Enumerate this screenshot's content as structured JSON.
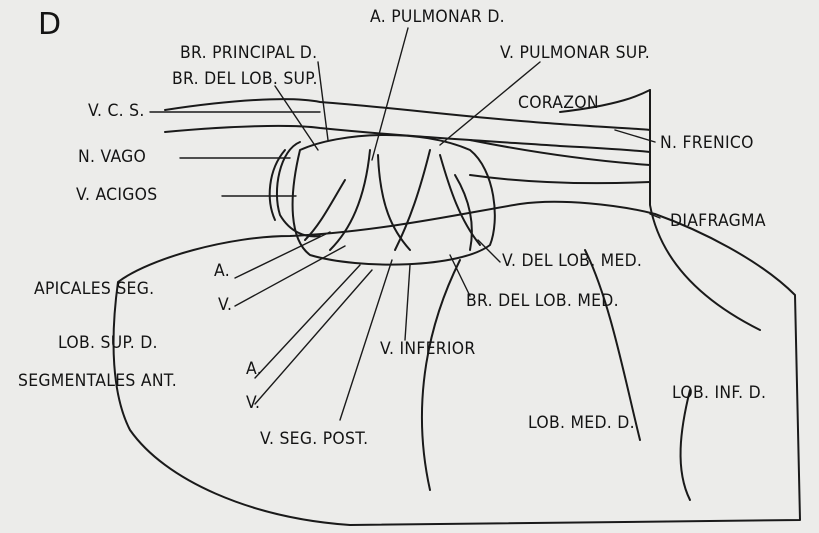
{
  "figure": {
    "panel_letter": "D",
    "labels": {
      "pulmonary_artery": "A. PULMONAR D.",
      "main_bronchus": "BR. PRINCIPAL D.",
      "upper_lobe_bronchus": "BR. DEL LOB. SUP.",
      "superior_pulmonary_vein": "V. PULMONAR SUP.",
      "heart": "CORAZON",
      "vena_cava": "V. C. S.",
      "phrenic_nerve": "N. FRENICO",
      "vagus_nerve": "N. VAGO",
      "azygos_vein": "V. ACIGOS",
      "diaphragm": "DIAFRAGMA",
      "middle_lobe_vein": "V. DEL LOB. MED.",
      "middle_lobe_bronchus": "BR. DEL LOB. MED.",
      "apical_a": "A.",
      "apical_v": "V.",
      "apical_segments": "APICALES SEG.",
      "upper_lobe": "LOB. SUP. D.",
      "inferior_vein": "V. INFERIOR",
      "anterior_a": "A.",
      "anterior_v": "V.",
      "anterior_segments": "SEGMENTALES ANT.",
      "lower_lobe": "LOB. INF. D.",
      "middle_lobe": "LOB. MED. D.",
      "posterior_segment_vein": "V. SEG. POST."
    }
  }
}
